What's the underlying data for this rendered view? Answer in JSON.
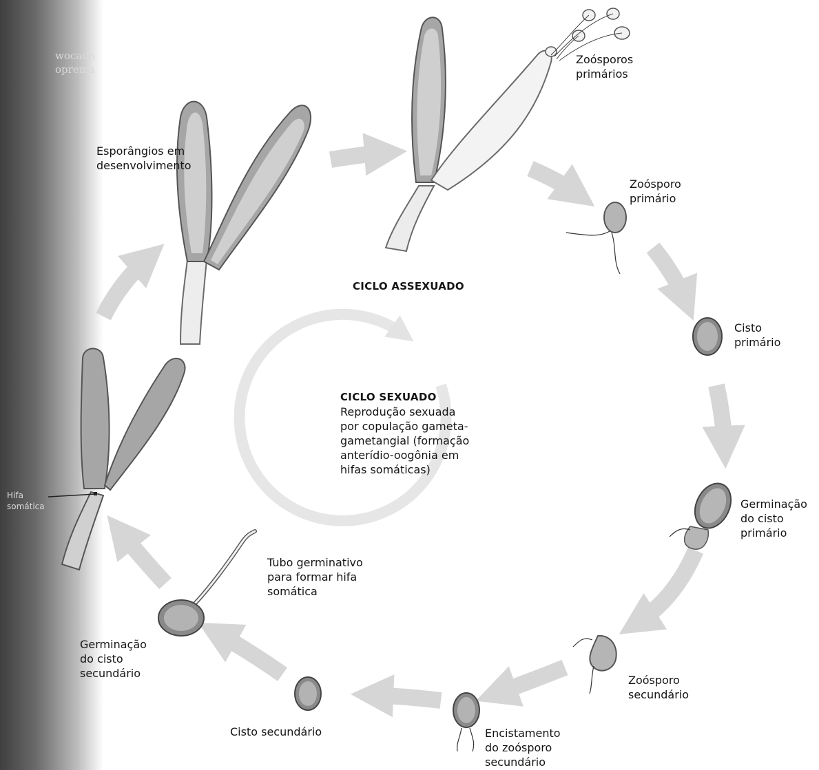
{
  "labels": {
    "esporangios": [
      "Esporângios em",
      "desenvolvimento"
    ],
    "zoosporos_primarios": [
      "Zoósporos",
      "primários"
    ],
    "zoosporo_primario": [
      "Zoósporo",
      "primário"
    ],
    "cisto_primario": [
      "Cisto",
      "primário"
    ],
    "germinacao_cisto_primario": [
      "Germinação",
      "do cisto",
      "primário"
    ],
    "zoosporo_secundario": [
      "Zoósporo",
      "secundário"
    ],
    "encistamento": [
      "Encistamento",
      "do zoósporo",
      "secundário"
    ],
    "cisto_secundario": [
      "Cisto secundário"
    ],
    "germinacao_cisto_secundario": [
      "Germinação",
      "do cisto",
      "secundário"
    ],
    "tubo_germinativo": [
      "Tubo germinativo",
      "para formar hifa",
      "somática"
    ],
    "hifa_somatica": [
      "Hifa",
      "somática"
    ]
  },
  "ciclo_assexuado": "CICLO ASSEXUADO",
  "ciclo_sexuado": {
    "title": "CICLO SEXUADO",
    "lines": [
      "Reprodução sexuada",
      "por copulação gameta-",
      "gametangial (formação",
      "anterídio-oogônia em",
      "hifas somáticas)"
    ]
  },
  "colors": {
    "arrow": "#d6d6d6",
    "structure_fill": "#a8a8a8",
    "structure_outline": "#5a5a5a",
    "spore_fill": "#ececec",
    "cyst_ring": "#8a8a8a"
  }
}
